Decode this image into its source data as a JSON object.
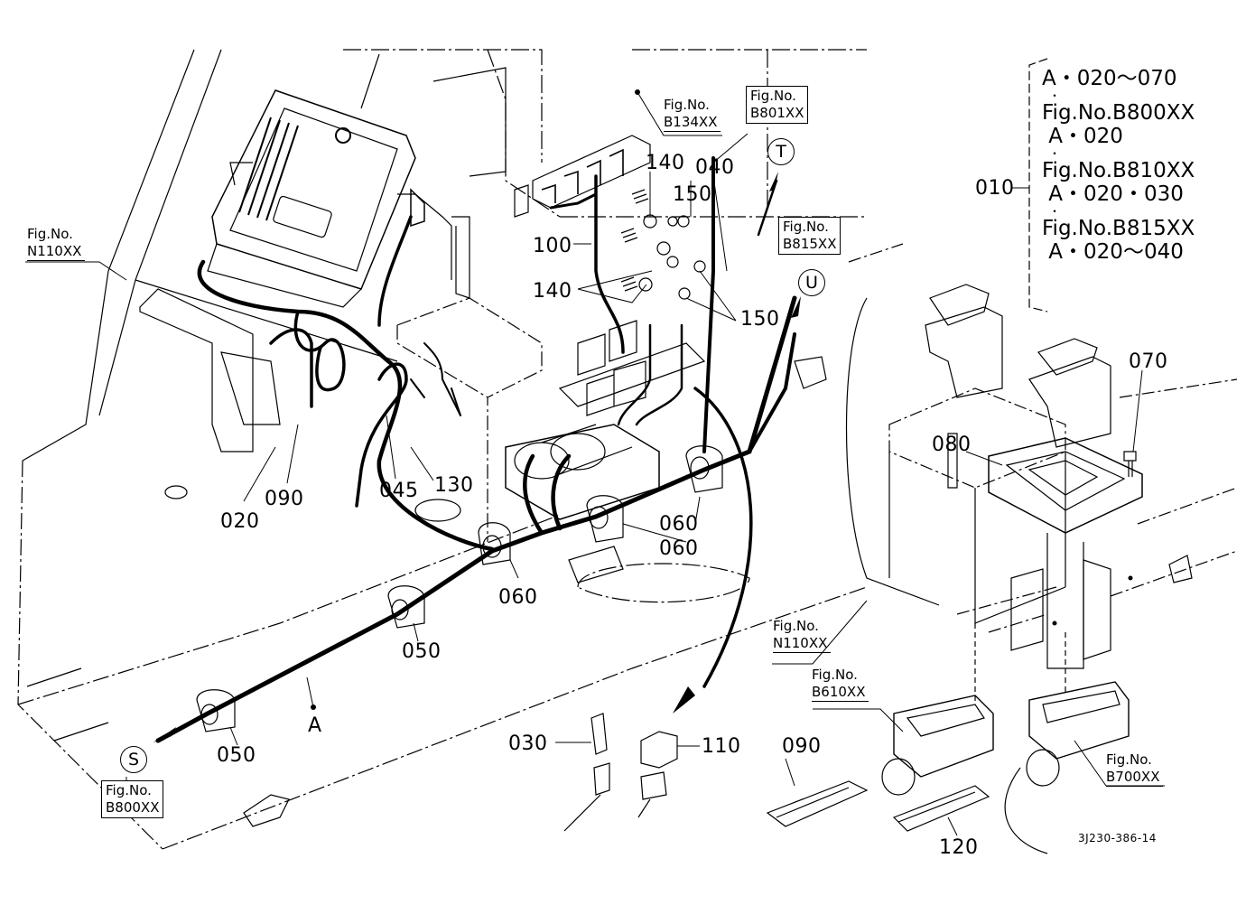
{
  "diagram": {
    "type": "exploded-parts-wiring-diagram",
    "drawing_code": "3J230-386-14",
    "part_labels": [
      {
        "id": "p020",
        "text": "020"
      },
      {
        "id": "p030",
        "text": "030"
      },
      {
        "id": "p040",
        "text": "040"
      },
      {
        "id": "p045",
        "text": "045"
      },
      {
        "id": "p050a",
        "text": "050"
      },
      {
        "id": "p050b",
        "text": "050"
      },
      {
        "id": "p060a",
        "text": "060"
      },
      {
        "id": "p060b",
        "text": "060"
      },
      {
        "id": "p060c",
        "text": "060"
      },
      {
        "id": "p070",
        "text": "070"
      },
      {
        "id": "p080",
        "text": "080"
      },
      {
        "id": "p090a",
        "text": "090"
      },
      {
        "id": "p090b",
        "text": "090"
      },
      {
        "id": "p100",
        "text": "100"
      },
      {
        "id": "p110",
        "text": "110"
      },
      {
        "id": "p120",
        "text": "120"
      },
      {
        "id": "p130",
        "text": "130"
      },
      {
        "id": "p140a",
        "text": "140"
      },
      {
        "id": "p140b",
        "text": "140"
      },
      {
        "id": "p150a",
        "text": "150"
      },
      {
        "id": "p150b",
        "text": "150"
      },
      {
        "id": "pA",
        "text": "A"
      }
    ],
    "figure_refs": [
      {
        "id": "n110_left",
        "line1": "Fig.No.",
        "line2": "N110XX"
      },
      {
        "id": "b134",
        "line1": "Fig.No.",
        "line2": "B134XX"
      },
      {
        "id": "b801",
        "line1": "Fig.No.",
        "line2": "B801XX",
        "connector": "T"
      },
      {
        "id": "b815",
        "line1": "Fig.No.",
        "line2": "B815XX",
        "connector": "U"
      },
      {
        "id": "b800",
        "line1": "Fig.No.",
        "line2": "B800XX",
        "connector": "S"
      },
      {
        "id": "n110_right",
        "line1": "Fig.No.",
        "line2": "N110XX"
      },
      {
        "id": "b610",
        "line1": "Fig.No.",
        "line2": "B610XX"
      },
      {
        "id": "b700",
        "line1": "Fig.No.",
        "line2": "B700XX"
      }
    ],
    "assembly_note": {
      "label": "010",
      "lines": [
        "A・020～070",
        "・",
        "Fig.No.B800XX",
        " A・020",
        "・",
        "Fig.No.B810XX",
        " A・020・030",
        "・",
        "Fig.No.B815XX",
        " A・020～040"
      ]
    }
  }
}
